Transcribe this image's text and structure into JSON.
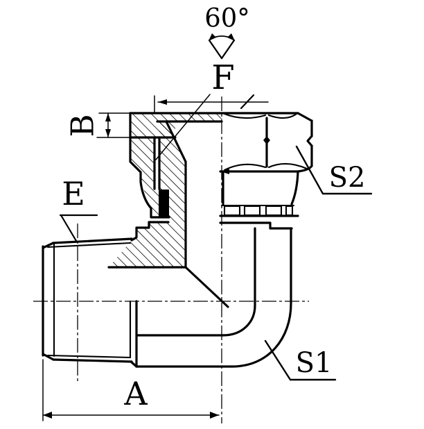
{
  "drawing": {
    "type": "technical-section-drawing",
    "subject": "90-degree elbow hydraulic fitting, male taper thread to female swivel nut",
    "labels": {
      "cone_angle": "60°",
      "dim_f": "F",
      "dim_b": "B",
      "dim_e": "E",
      "dim_a": "A",
      "dim_s1": "S1",
      "dim_s2": "S2"
    },
    "colors": {
      "line": "#000000",
      "background": "#ffffff",
      "text": "#000000"
    }
  }
}
